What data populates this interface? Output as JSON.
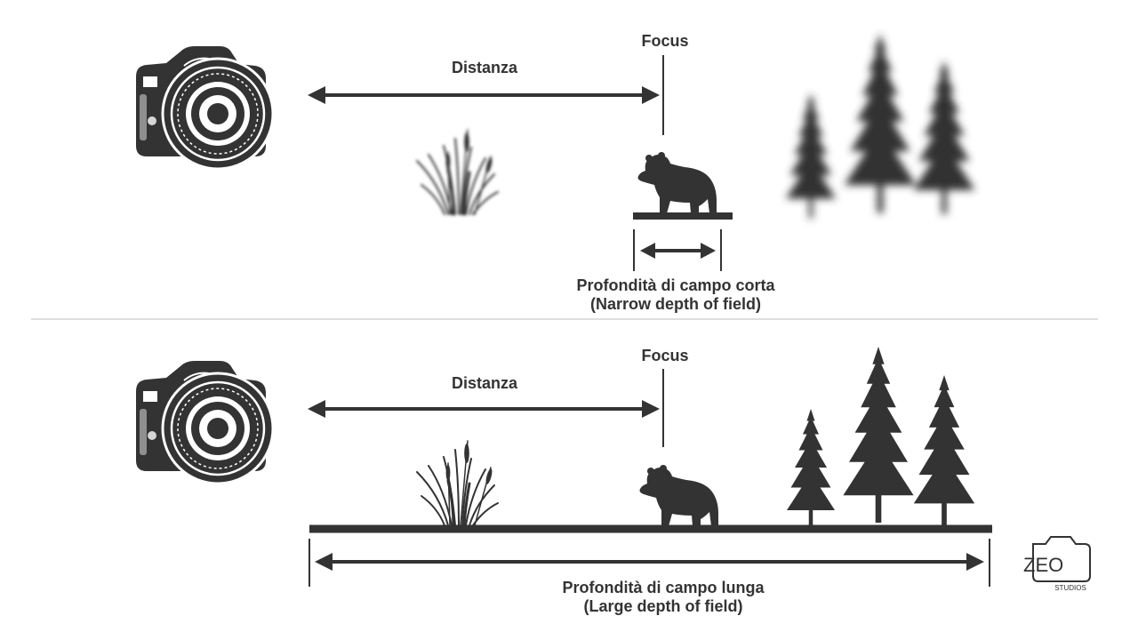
{
  "panels": [
    {
      "distance_label": "Distanza",
      "focus_label": "Focus",
      "dof_label_it": "Profondità di campo corta",
      "dof_label_en": "(Narrow depth of field)",
      "background_blurred": true
    },
    {
      "distance_label": "Distanza",
      "focus_label": "Focus",
      "dof_label_it": "Profondità di campo lunga",
      "dof_label_en": "(Large depth of field)",
      "background_blurred": false
    }
  ],
  "logo": {
    "brand": "ZEO",
    "sub": "STUDIOS"
  },
  "colors": {
    "ink": "#333333",
    "divider": "#bdbdbd",
    "background": "#ffffff"
  },
  "icons": [
    "camera-icon",
    "grass-icon",
    "bear-icon",
    "tree-icon",
    "logo-camera-icon"
  ]
}
